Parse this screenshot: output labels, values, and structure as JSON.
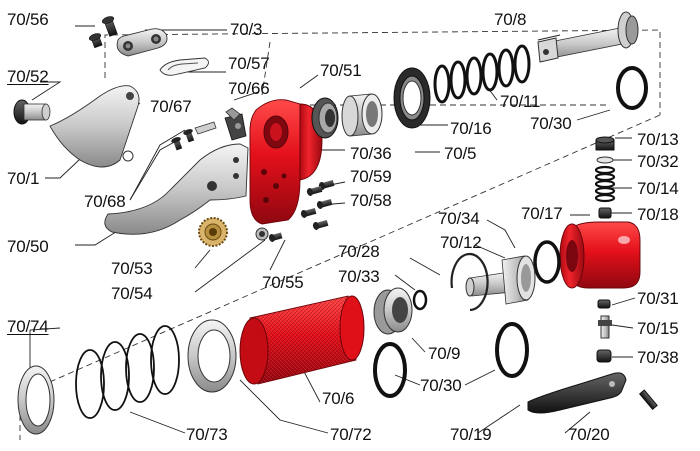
{
  "colors": {
    "red_part": "#e3101a",
    "red_dark": "#9c0a10",
    "metal_light": "#e6e6e6",
    "metal_mid": "#b3b3b3",
    "metal_dark": "#555555",
    "line": "#222222"
  },
  "labels": {
    "p70_56": "70/56",
    "p70_3": "70/3",
    "p70_8": "70/8",
    "p70_52": "70/52",
    "p70_57": "70/57",
    "p70_66": "70/66",
    "p70_51": "70/51",
    "p70_67": "70/67",
    "p70_11": "70/11",
    "p70_30a": "70/30",
    "p70_16": "70/16",
    "p70_1": "70/1",
    "p70_36": "70/36",
    "p70_5": "70/5",
    "p70_13": "70/13",
    "p70_32": "70/32",
    "p70_59": "70/59",
    "p70_14": "70/14",
    "p70_68": "70/68",
    "p70_58": "70/58",
    "p70_17": "70/17",
    "p70_18": "70/18",
    "p70_34": "70/34",
    "p70_12": "70/12",
    "p70_50": "70/50",
    "p70_28": "70/28",
    "p70_53": "70/53",
    "p70_33": "70/33",
    "p70_54": "70/54",
    "p70_55": "70/55",
    "p70_31": "70/31",
    "p70_74": "70/74",
    "p70_15": "70/15",
    "p70_9": "70/9",
    "p70_38": "70/38",
    "p70_6": "70/6",
    "p70_30b": "70/30",
    "p70_73": "70/73",
    "p70_72": "70/72",
    "p70_19": "70/19",
    "p70_20": "70/20"
  }
}
